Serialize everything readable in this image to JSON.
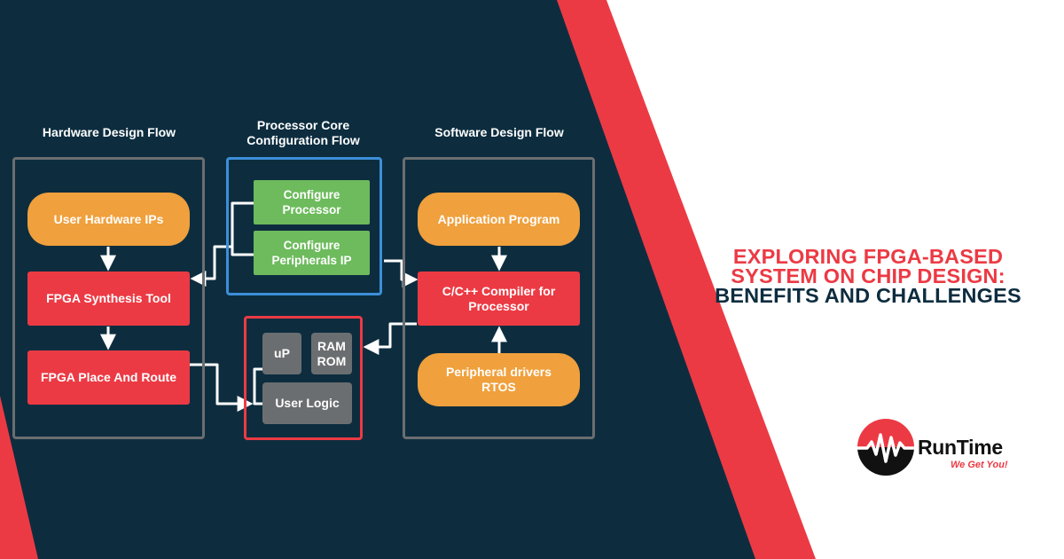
{
  "columns": {
    "hardware": "Hardware Design Flow",
    "processor": "Processor Core\nConfiguration Flow",
    "software": "Software Design Flow"
  },
  "hardware_flow": {
    "user_ips": "User Hardware IPs",
    "synthesis": "FPGA Synthesis Tool",
    "place_route": "FPGA Place And Route"
  },
  "processor_flow": {
    "configure_processor": "Configure\nProcessor",
    "configure_peripherals": "Configure\nPeripherals IP"
  },
  "software_flow": {
    "application": "Application Program",
    "compiler": "C/C++ Compiler for\nProcessor",
    "drivers": "Peripheral drivers\nRTOS"
  },
  "chip": {
    "up": "uP",
    "ram_rom": "RAM\nROM",
    "user_logic": "User Logic"
  },
  "title": {
    "line1": "EXPLORING FPGA-BASED",
    "line2": "SYSTEM ON CHIP DESIGN:",
    "line3": "BENEFITS AND CHALLENGES"
  },
  "logo": {
    "name": "RunTime",
    "tagline": "We Get You!",
    "icon": "heartbeat-logo-icon"
  },
  "colors": {
    "navy": "#0d2d3f",
    "red": "#ec3a44",
    "orange": "#f0a03c",
    "green": "#6dbb5d",
    "gray": "#6b6e70",
    "blue": "#3d8fd8"
  }
}
